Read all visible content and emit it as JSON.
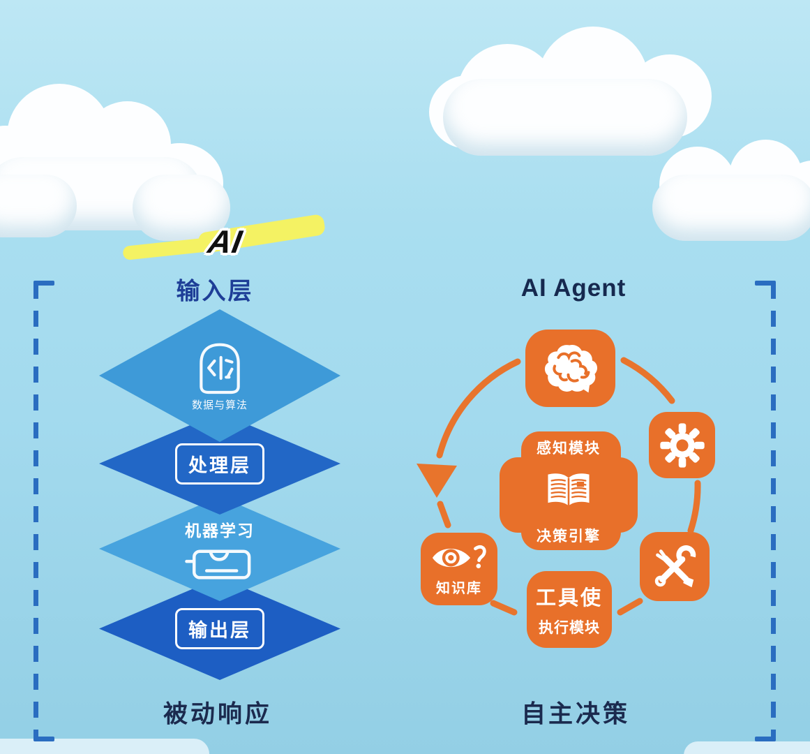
{
  "colors": {
    "sky_top": "#bde7f4",
    "sky_bottom": "#93cfe5",
    "cloud_white": "#fdfeff",
    "diamond_light_blue": "#3e9ad8",
    "diamond_medium_blue": "#2267c6",
    "diamond_light_blue_2": "#47a3de",
    "diamond_dark_blue": "#1d5ec3",
    "agent_orange": "#e8702a",
    "highlight_yellow": "#f4f263",
    "bracket_blue": "#2a6dc0",
    "left_heading_blue": "#1e3e97",
    "navy_text": "#1b2a4e"
  },
  "left_panel": {
    "title": "AI",
    "top_label": "输入层",
    "layers": [
      {
        "label": "数据与算法",
        "icon": "code-document-icon",
        "color": "#3e9ad8"
      },
      {
        "label": "处理层",
        "color": "#2267c6"
      },
      {
        "label": "机器学习",
        "icon": "model-tray-icon",
        "color": "#47a3de"
      },
      {
        "label": "输出层",
        "color": "#1d5ec3"
      }
    ],
    "bottom_label": "被动响应"
  },
  "right_panel": {
    "title": "AI Agent",
    "center_module": {
      "top_label": "感知模块",
      "bottom_label": "决策引擎",
      "icon": "open-book-icon"
    },
    "nodes": [
      {
        "name": "brain",
        "icon": "brain-icon"
      },
      {
        "name": "settings",
        "icon": "gear-icon"
      },
      {
        "name": "knowledge-base",
        "label": "知识库",
        "icon": "eye-ear-icon"
      },
      {
        "name": "tools",
        "icon": "crossed-tools-icon"
      },
      {
        "name": "executor",
        "label_line1": "工具使",
        "label_line2": "执行模块"
      }
    ],
    "bottom_label": "自主决策"
  }
}
